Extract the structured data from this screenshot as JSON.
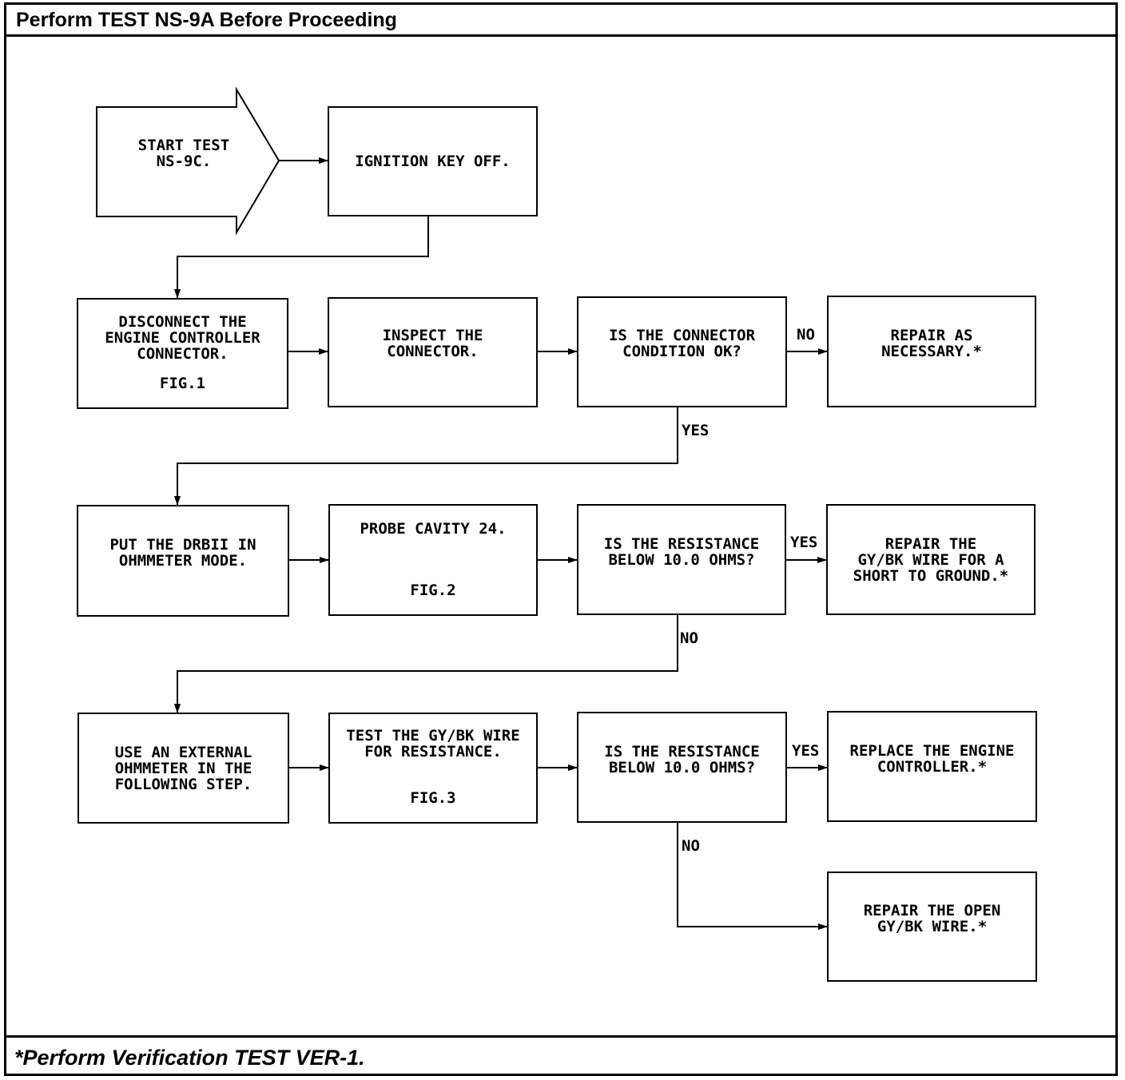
{
  "header": {
    "title": "Perform TEST NS-9A Before Proceeding"
  },
  "footer": {
    "note": "*Perform Verification TEST VER-1."
  },
  "start": {
    "label": "START TEST\nNS-9C."
  },
  "boxes": {
    "ignition_off": "IGNITION KEY OFF.",
    "disconnect": "DISCONNECT THE\nENGINE CONTROLLER\nCONNECTOR.",
    "disconnect_fig": "FIG.1",
    "inspect": "INSPECT THE\nCONNECTOR.",
    "connector_ok": "IS THE CONNECTOR\nCONDITION OK?",
    "repair_necessary": "REPAIR AS\nNECESSARY.*",
    "drbii_mode": "PUT THE DRBII IN\nOHMMETER MODE.",
    "probe": "PROBE CAVITY 24.",
    "probe_fig": "FIG.2",
    "resistance_1": "IS THE RESISTANCE\nBELOW 10.0 OHMS?",
    "repair_short": "REPAIR THE\nGY/BK WIRE FOR A\nSHORT TO GROUND.*",
    "external_ohm": "USE AN EXTERNAL\nOHMMETER IN THE\nFOLLOWING STEP.",
    "test_wire": "TEST THE GY/BK WIRE\nFOR RESISTANCE.",
    "test_wire_fig": "FIG.3",
    "resistance_2": "IS THE RESISTANCE\nBELOW 10.0 OHMS?",
    "replace_controller": "REPLACE THE ENGINE\nCONTROLLER.*",
    "repair_open": "REPAIR THE OPEN\nGY/BK WIRE.*"
  },
  "edges": {
    "no_1": "NO",
    "yes_1": "YES",
    "yes_2": "YES",
    "no_2": "NO",
    "yes_3": "YES",
    "no_3": "NO"
  }
}
